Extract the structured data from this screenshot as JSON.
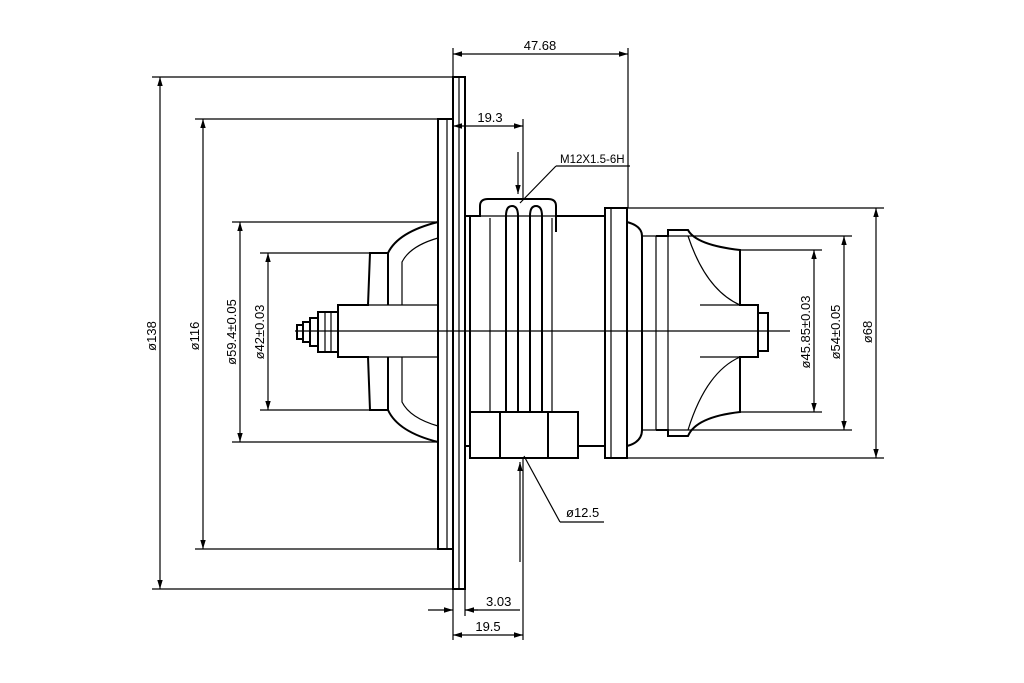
{
  "dimensions": {
    "overall_length": "47.68",
    "thread_offset": "19.3",
    "thread_spec": "M12X1.5-6H",
    "flange_dia": "ø138",
    "backplate_dia": "ø116",
    "compressor_wheel_dia": "ø59.4±0.05",
    "compressor_inducer_dia": "ø42±0.03",
    "turbine_exducer_dia": "ø45.85±0.03",
    "turbine_wheel_dia": "ø54±0.05",
    "heatshield_dia": "ø68",
    "oil_port_dia": "ø12.5",
    "flange_thickness": "3.03",
    "flange_to_housing": "19.5"
  }
}
